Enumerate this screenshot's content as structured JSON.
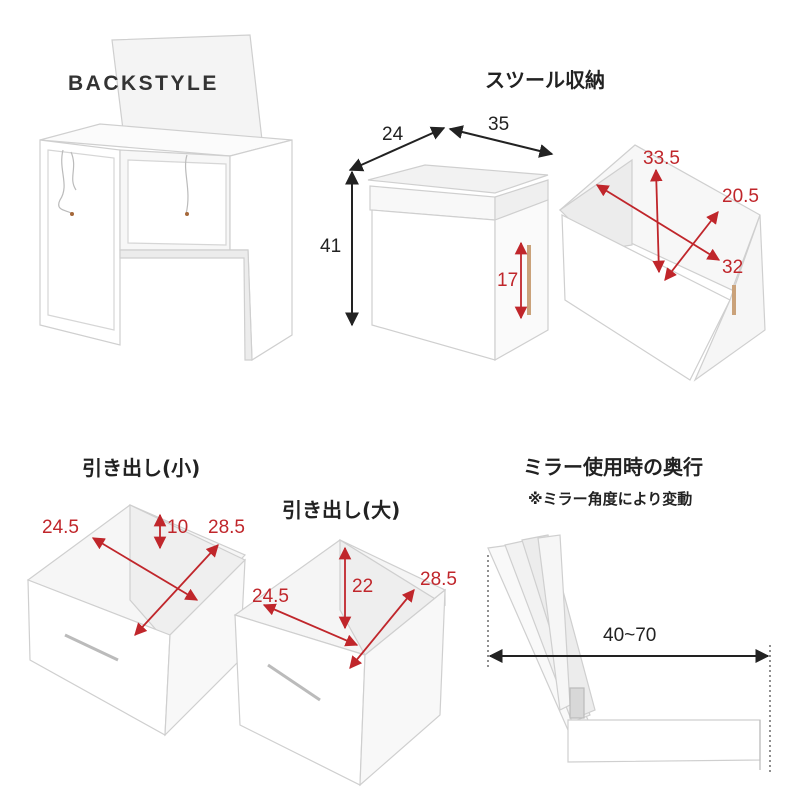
{
  "panels": {
    "backstyle": {
      "title": "BACKSTYLE"
    },
    "stool": {
      "title": "スツール収納",
      "outer": {
        "depth": "24",
        "width": "35",
        "height": "41",
        "side_marker": "17"
      },
      "inner": {
        "height": "33.5",
        "width": "20.5",
        "depth": "32"
      }
    },
    "drawer_small": {
      "title": "引き出し(小)",
      "width": "24.5",
      "height": "10",
      "depth": "28.5"
    },
    "drawer_large": {
      "title": "引き出し(大)",
      "width": "24.5",
      "height": "22",
      "depth": "28.5"
    },
    "mirror": {
      "title": "ミラー使用時の奥行",
      "note": "※ミラー角度により変動",
      "range": "40~70"
    }
  },
  "colors": {
    "dimension_accent": "#c0262b",
    "dimension_black": "#222222",
    "panel": "#ffffff",
    "edge": "#d9d9d9"
  }
}
